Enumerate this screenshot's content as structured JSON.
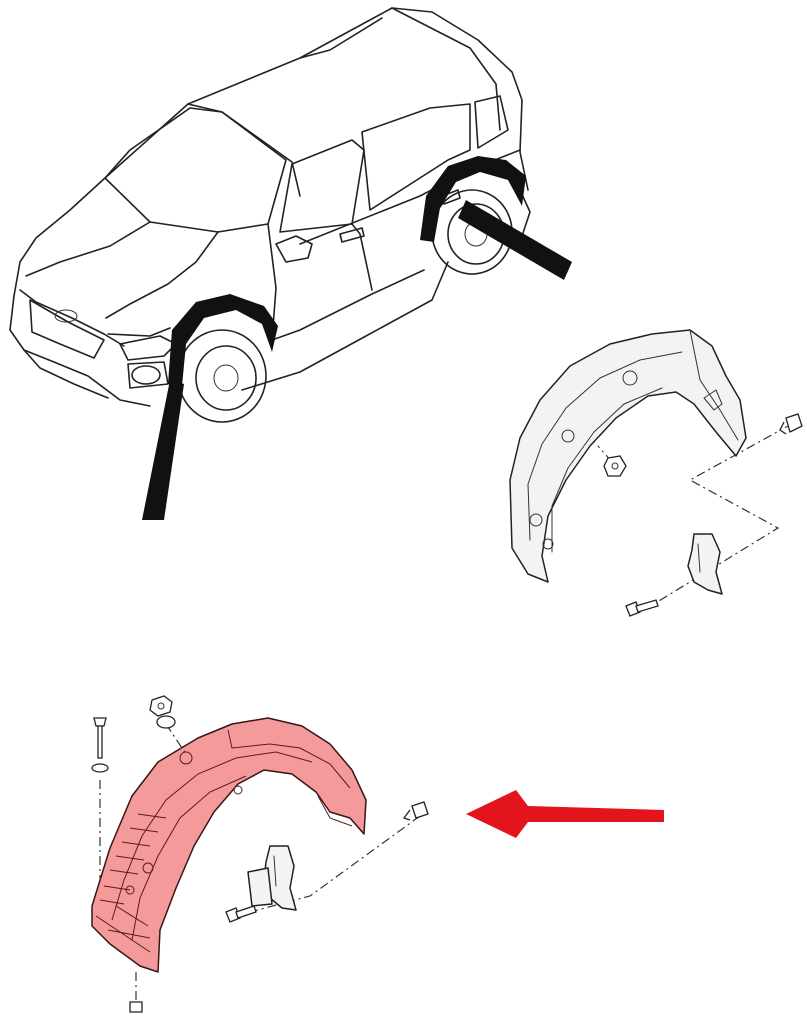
{
  "diagram": {
    "colors": {
      "highlight_fill": "#f59a9a",
      "arrow": "#e3141c",
      "line": "#222222",
      "band": "#111111",
      "background": "#ffffff"
    },
    "parts": [
      {
        "name": "vehicle",
        "icon": "suv-outline"
      },
      {
        "name": "front-wheel-liner-callout",
        "icon": "black-leader-band"
      },
      {
        "name": "rear-wheel-liner-callout",
        "icon": "black-leader-band"
      },
      {
        "name": "rear-wheel-liner",
        "icon": "fender-liner-outline"
      },
      {
        "name": "front-wheel-liner",
        "icon": "fender-liner-highlighted"
      },
      {
        "name": "mud-flap",
        "icon": "mud-flap"
      },
      {
        "name": "screw",
        "icon": "screw"
      },
      {
        "name": "push-clip",
        "icon": "push-clip"
      },
      {
        "name": "nut",
        "icon": "hex-nut"
      },
      {
        "name": "washer",
        "icon": "washer"
      },
      {
        "name": "bolt",
        "icon": "bolt"
      }
    ],
    "indicator": {
      "icon": "left-arrow",
      "points_to": "front-wheel-liner"
    }
  }
}
